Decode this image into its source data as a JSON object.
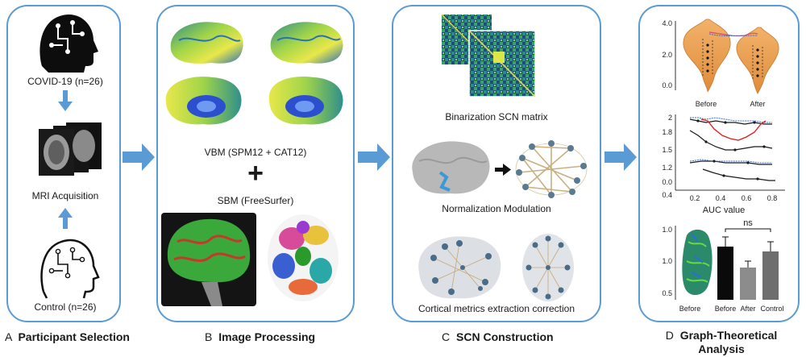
{
  "panelA": {
    "covid_label": "COVID-19 (n=26)",
    "mri_label": "MRI Acquisition",
    "control_label": "Control (n=26)",
    "caption_letter": "A",
    "caption_title": "Participant Selection"
  },
  "panelB": {
    "vbm_label": "VBM (SPM12 + CAT12)",
    "plus": "+",
    "sbm_label": "SBM (FreeSurfer)",
    "caption_letter": "B",
    "caption_title": "Image Processing"
  },
  "panelC": {
    "matrix_label": "Binarization SCN matrix",
    "norm_label": "Normalization Modulation",
    "cortical_label": "Cortical metrics extraction correction",
    "caption_letter": "C",
    "caption_title": "SCN Construction"
  },
  "panelD": {
    "caption_letter": "D",
    "caption_title_1": "Graph-Theoretical",
    "caption_title_2": "Analysis",
    "violin": {
      "yticks": [
        "4.0",
        "2.0",
        "0.0"
      ],
      "xlabels": [
        "Before",
        "After"
      ]
    },
    "line": {
      "yticks": [
        "2",
        "1.8",
        "1.5",
        "1.2",
        "0.0",
        "0.4"
      ],
      "xticks": [
        "0.2",
        "0.4",
        "0.6",
        "0.8"
      ],
      "xlabel": "AUC value"
    },
    "bar": {
      "yticks": [
        "1.0",
        "1.0",
        "0.5"
      ],
      "ns": "ns",
      "brain_label": "Before",
      "categories": [
        "Before",
        "After",
        "Control"
      ]
    },
    "colors": {
      "bar_before": "#0a0a0a",
      "bar_after": "#8c8c8c",
      "bar_control": "#6e6e6e"
    }
  },
  "colors": {
    "panel_border": "#5b9bd5",
    "arrow": "#5b9bd5"
  }
}
